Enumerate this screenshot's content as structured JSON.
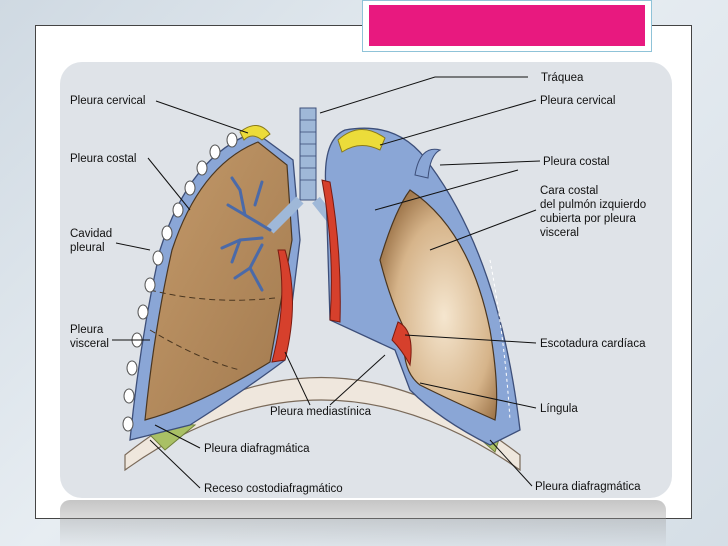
{
  "labels": {
    "pleura_cervical_left": "Pleura cervical",
    "pleura_costal_left": "Pleura costal",
    "cavidad_pleural_1": "Cavidad",
    "cavidad_pleural_2": "pleural",
    "pleura_visceral_1": "Pleura",
    "pleura_visceral_2": "visceral",
    "traquea": "Tráquea",
    "pleura_cervical_right": "Pleura cervical",
    "pleura_costal_right": "Pleura costal",
    "cara_costal_1": "Cara costal",
    "cara_costal_2": "del pulmón izquierdo",
    "cara_costal_3": "cubierta por pleura",
    "cara_costal_4": "visceral",
    "escotadura": "Escotadura cardíaca",
    "mediastinica": "Pleura mediastínica",
    "lingula": "Língula",
    "diafragmatica_left": "Pleura diafragmática",
    "diafragmatica_right": "Pleura diafragmática",
    "receso": "Receso costodiafragmático"
  },
  "colors": {
    "accent": "#e8197f",
    "lung": "#b08a60",
    "pleura_blue": "#8aa6d6",
    "cervical_yellow": "#ecdc3a",
    "mediastinal_red": "#d6402c",
    "diaphragm_green": "#a9c065"
  }
}
